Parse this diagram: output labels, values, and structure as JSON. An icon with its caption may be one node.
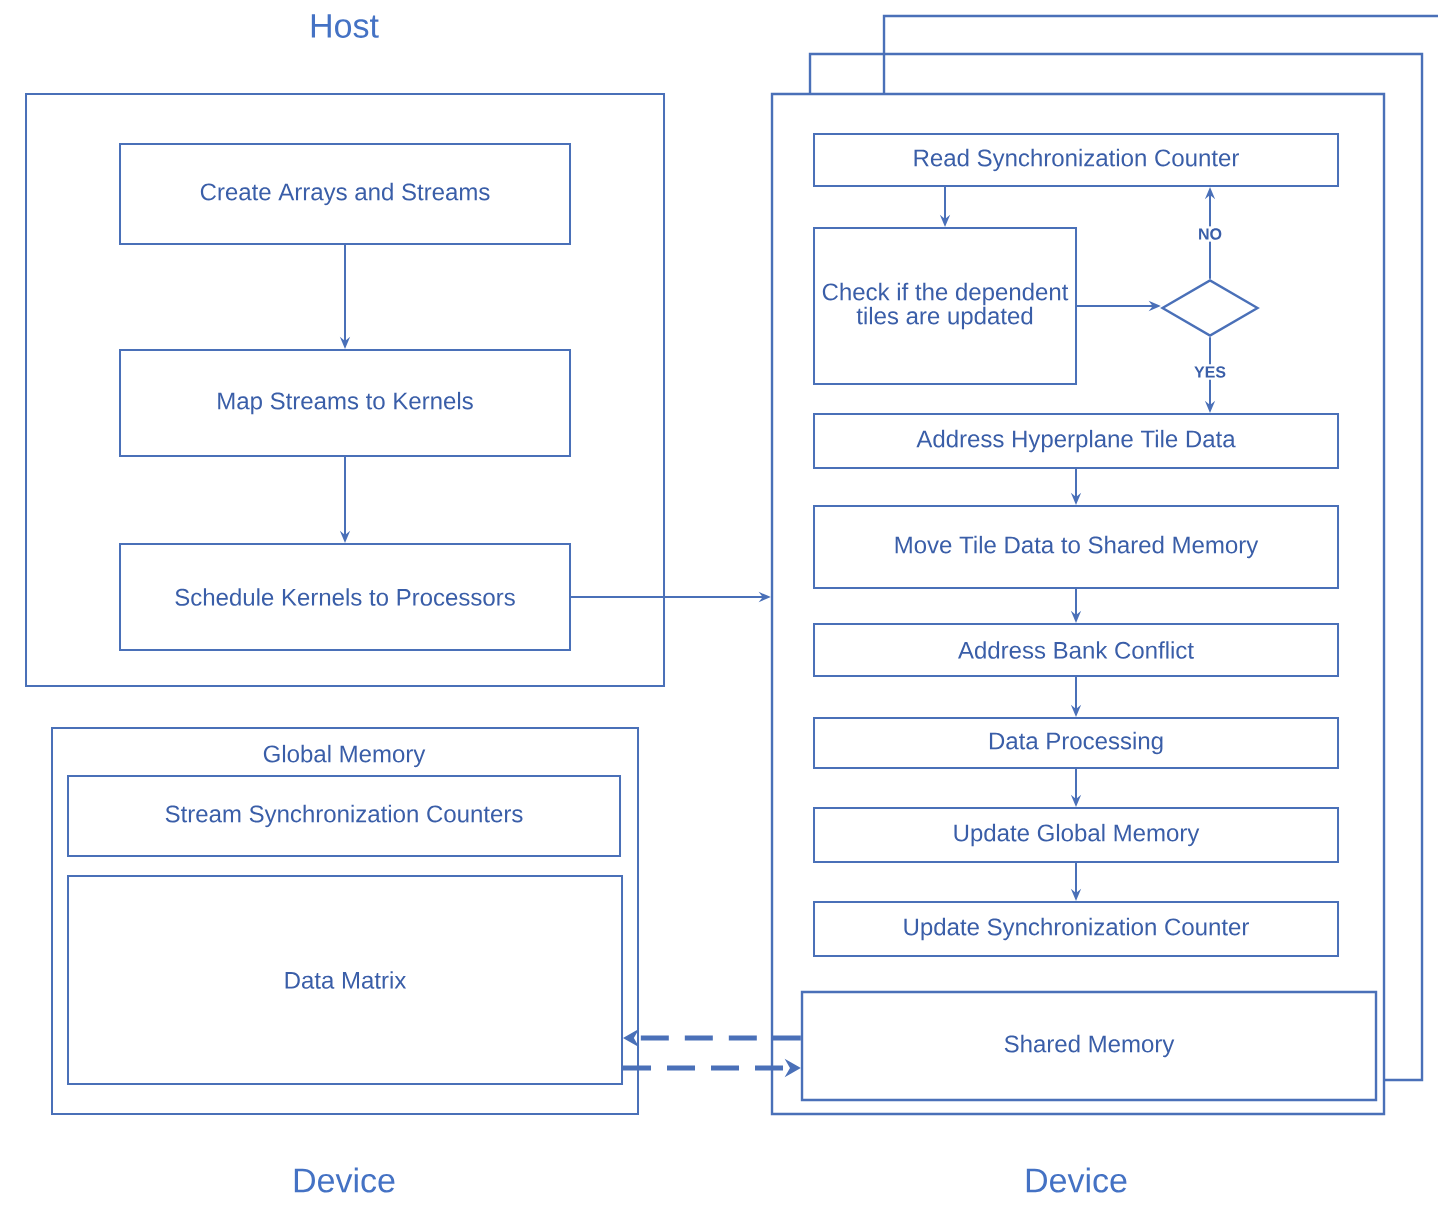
{
  "diagram": {
    "nodes": [
      {
        "text": [
          "Host"
        ]
      },
      {
        "text": [
          "Create Arrays and Streams"
        ],
        "in": 0
      },
      {
        "text": [
          "Map Streams to Kernels"
        ],
        "in": 0
      },
      {
        "text": [
          "Schedule Kernels to Processors"
        ],
        "in": 0
      },
      {
        "text": [
          "Global Memory"
        ],
        "beside": [
          "Device"
        ]
      },
      {
        "text": [
          "Stream Synchronization Counters"
        ],
        "in": 4
      },
      {
        "text": [
          "Data Matrix"
        ],
        "in": 4
      },
      {
        "text": [],
        "shape": "box",
        "beside": [
          "Device"
        ]
      },
      {
        "text": [
          "Read Synchronization Counter"
        ],
        "in": 7
      },
      {
        "text": [
          "Check if the dependent tiles are updated"
        ],
        "in": 7
      },
      {
        "text": [],
        "shape": "diamond",
        "in": 7
      },
      {
        "text": [
          "Address Hyperplane Tile Data"
        ],
        "in": 7
      },
      {
        "text": [
          "Move Tile Data to Shared Memory"
        ],
        "in": 7
      },
      {
        "text": [
          "Address Bank Conflict"
        ],
        "in": 7
      },
      {
        "text": [
          "Data Processing"
        ],
        "in": 7
      },
      {
        "text": [
          "Update Global Memory"
        ],
        "in": 7
      },
      {
        "text": [
          "Update Synchronization Counter"
        ],
        "in": 7
      },
      {
        "text": [
          "Shared Memory"
        ],
        "in": 7
      }
    ],
    "edges": [
      {
        "from": 1,
        "to": 2,
        "arrow": "to"
      },
      {
        "from": 2,
        "to": 3,
        "arrow": "to"
      },
      {
        "from": 3,
        "to": 7,
        "arrow": "to"
      },
      {
        "from": 8,
        "to": 9,
        "arrow": "to"
      },
      {
        "from": 9,
        "to": 10,
        "arrow": "to"
      },
      {
        "from": 10,
        "to": 8,
        "arrow": "to",
        "label": "NO"
      },
      {
        "from": 10,
        "to": 11,
        "arrow": "to",
        "label": "YES"
      },
      {
        "from": 11,
        "to": 12,
        "arrow": "to"
      },
      {
        "from": 12,
        "to": 13,
        "arrow": "to"
      },
      {
        "from": 13,
        "to": 14,
        "arrow": "to"
      },
      {
        "from": 14,
        "to": 15,
        "arrow": "to"
      },
      {
        "from": 15,
        "to": 16,
        "arrow": "to"
      },
      {
        "from": 17,
        "to": 6,
        "arrow": "to",
        "style": "dashed"
      },
      {
        "from": 6,
        "to": 17,
        "arrow": "to",
        "style": "dashed"
      }
    ]
  }
}
